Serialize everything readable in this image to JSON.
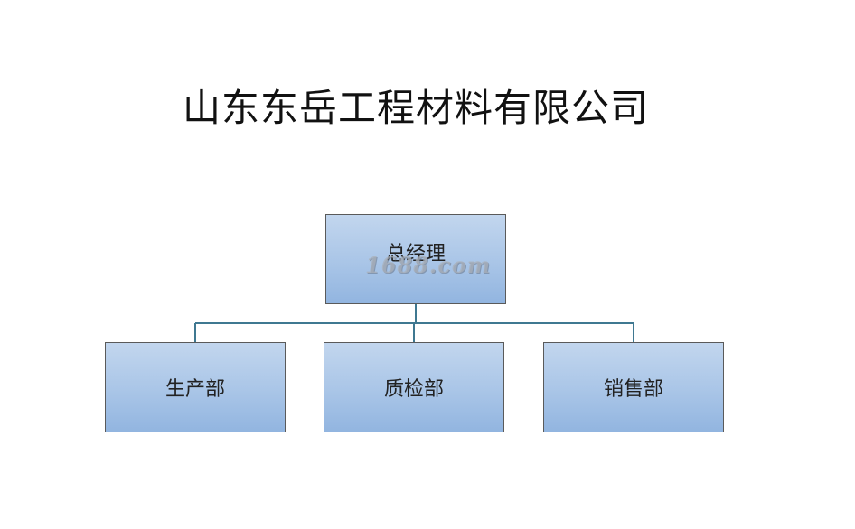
{
  "corner_mark": "`",
  "title": "山东东岳工程材料有限公司",
  "org_chart": {
    "root": {
      "label": "总经理"
    },
    "children": [
      {
        "label": "生产部"
      },
      {
        "label": "质检部"
      },
      {
        "label": "销售部"
      }
    ]
  },
  "watermark": "1688.com",
  "colors": {
    "connector": "#3f7891",
    "node_fill_top": "#c2d6ee",
    "node_fill_bottom": "#92b5e0",
    "node_border": "#5a5a5a"
  }
}
